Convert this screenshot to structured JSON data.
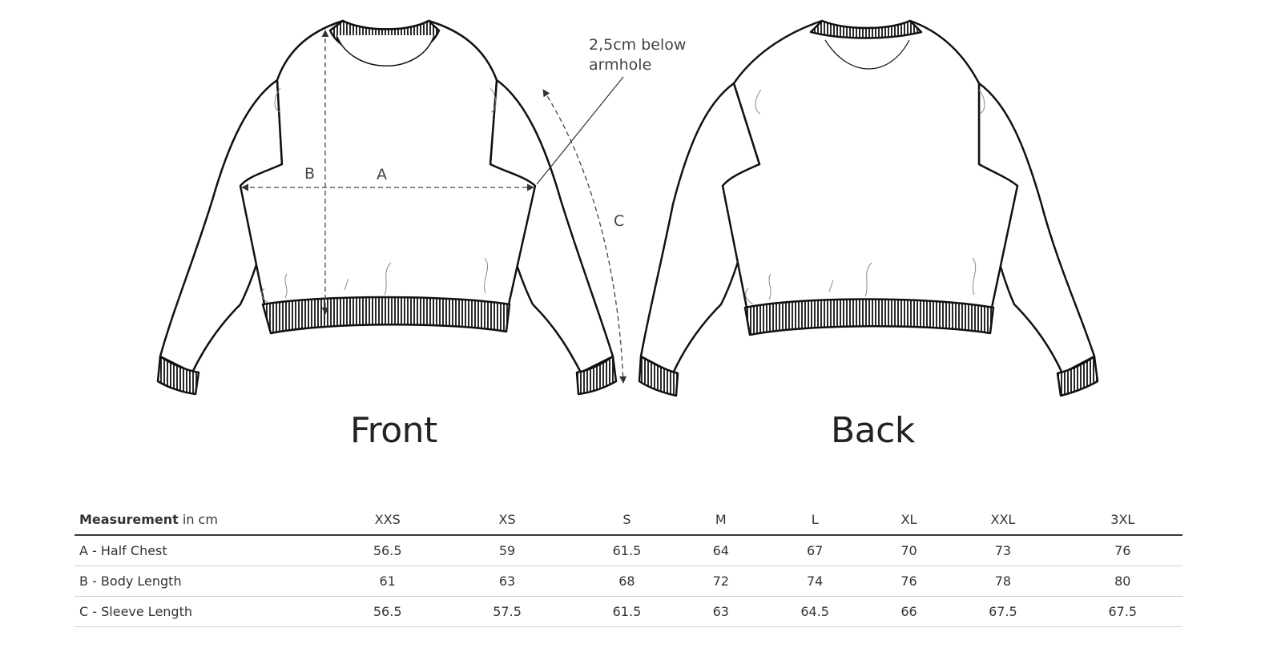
{
  "annotation": {
    "line1": "2,5cm below",
    "line2": "armhole"
  },
  "dimension_letters": {
    "a": "A",
    "b": "B",
    "c": "C"
  },
  "views": {
    "front": "Front",
    "back": "Back"
  },
  "table": {
    "header_bold": "Measurement",
    "header_unit": " in cm",
    "sizes": [
      "XXS",
      "XS",
      "S",
      "M",
      "L",
      "XL",
      "XXL",
      "3XL"
    ],
    "rows": [
      {
        "label": "A - Half Chest",
        "values": [
          "56.5",
          "59",
          "61.5",
          "64",
          "67",
          "70",
          "73",
          "76"
        ]
      },
      {
        "label": "B - Body Length",
        "values": [
          "61",
          "63",
          "68",
          "72",
          "74",
          "76",
          "78",
          "80"
        ]
      },
      {
        "label": "C - Sleeve Length",
        "values": [
          "56.5",
          "57.5",
          "61.5",
          "63",
          "64.5",
          "66",
          "67.5",
          "67.5"
        ]
      }
    ]
  }
}
